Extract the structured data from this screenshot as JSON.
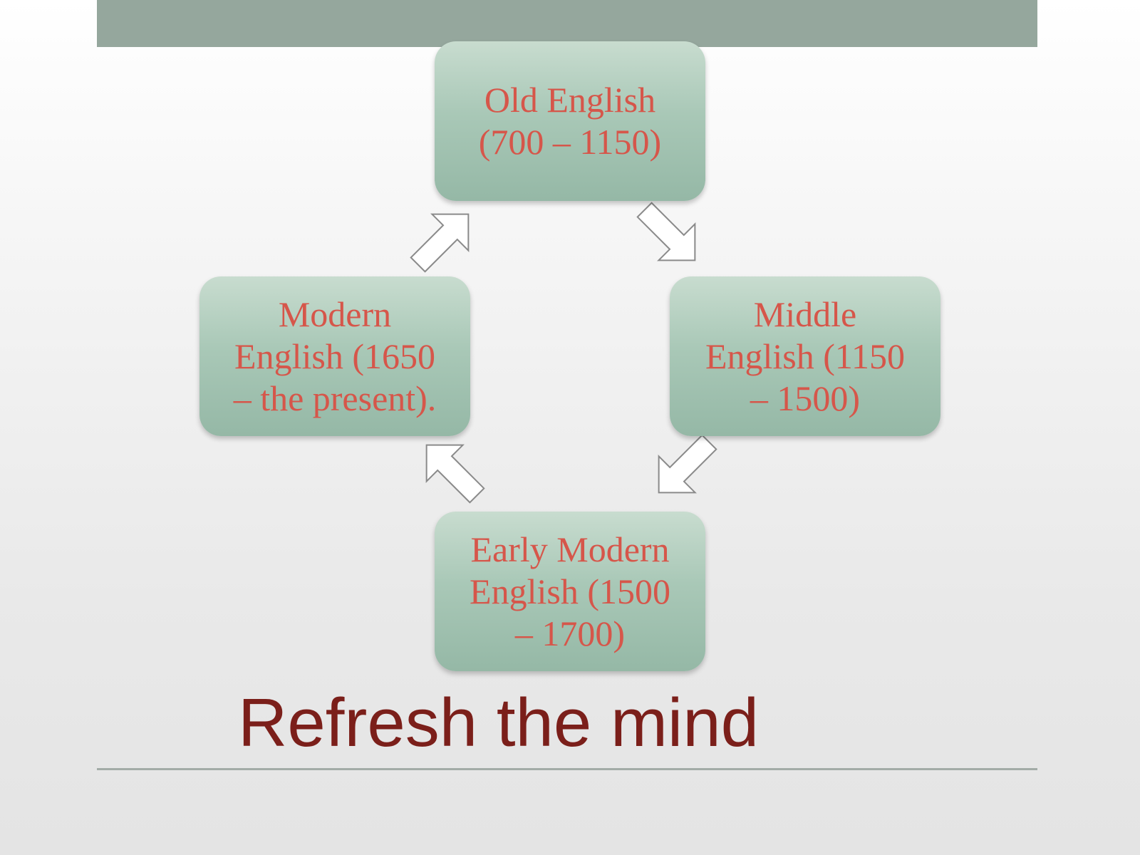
{
  "slide": {
    "title": "Refresh the mind"
  },
  "cycle": {
    "nodes": [
      {
        "id": "old-english",
        "label": "Old English\n(700 – 1150)"
      },
      {
        "id": "middle-english",
        "label": "Middle\nEnglish (1150\n–  1500)"
      },
      {
        "id": "early-modern-english",
        "label": "Early Modern\nEnglish (1500\n–  1700)"
      },
      {
        "id": "modern-english",
        "label": "Modern\nEnglish (1650\n– the present)."
      }
    ],
    "direction": "clockwise"
  },
  "colors": {
    "band": "#95a79d",
    "node_fill": "#a9c8b7",
    "node_text": "#d6564a",
    "title_text": "#7b1f1a"
  }
}
